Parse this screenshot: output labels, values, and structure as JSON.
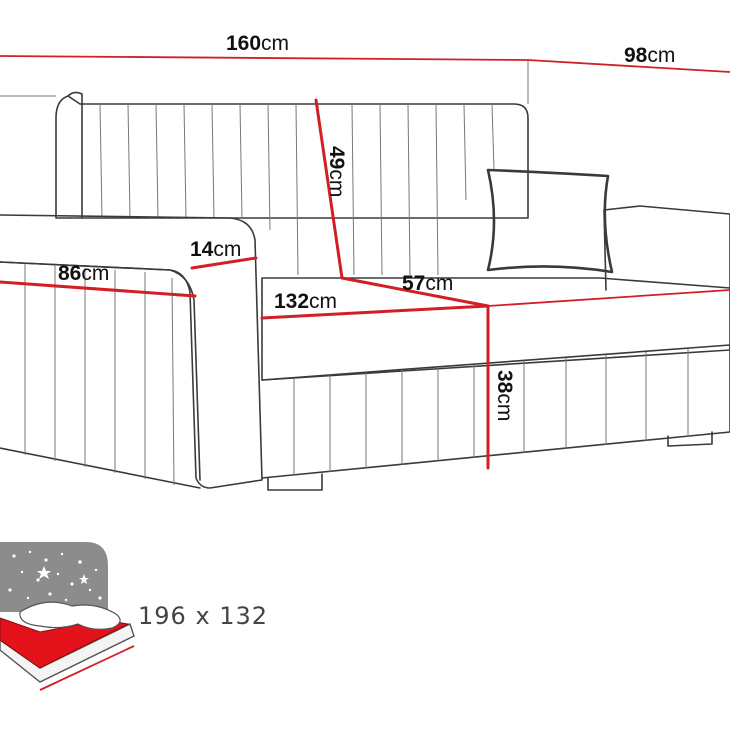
{
  "dimensions": {
    "width_total": {
      "value": "160",
      "unit": "cm"
    },
    "depth_total": {
      "value": "98",
      "unit": "cm"
    },
    "back_height": {
      "value": "49",
      "unit": "cm"
    },
    "arm_width": {
      "value": "14",
      "unit": "cm"
    },
    "side_height": {
      "value": "86",
      "unit": "cm"
    },
    "seat_depth": {
      "value": "57",
      "unit": "cm"
    },
    "seat_width": {
      "value": "132",
      "unit": "cm"
    },
    "seat_height": {
      "value": "38",
      "unit": "cm"
    }
  },
  "bed_size": "196 x 132",
  "colors": {
    "dimension_line": "#d21f26",
    "outline": "#3a3a3a",
    "bed_surface": "#e3121b",
    "night_badge": "#8c8c8c"
  },
  "icons": [
    "sofa-outline",
    "sleeping-area-icon",
    "stars-icon",
    "pillow-icon"
  ]
}
